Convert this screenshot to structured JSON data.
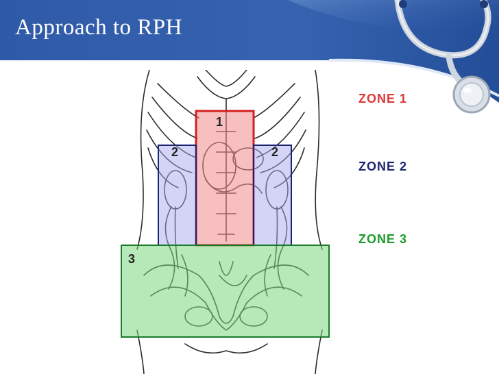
{
  "slide": {
    "title": "Approach to RPH"
  },
  "zones": [
    {
      "label": "ZONE 1",
      "color": "#e03535",
      "marker": "1"
    },
    {
      "label": "ZONE 2",
      "color": "#1d2370",
      "marker": "2"
    },
    {
      "label": "ZONE 3",
      "color": "#1b9a2a",
      "marker": "3"
    }
  ],
  "theme": {
    "header_color": "#2e58a5",
    "header_dark": "#1f3f85",
    "zone1_fill": "#f08a8a",
    "zone2_fill": "#a9a9ee",
    "zone3_fill": "#7cd67c"
  },
  "icons": [
    "stethoscope-icon"
  ]
}
